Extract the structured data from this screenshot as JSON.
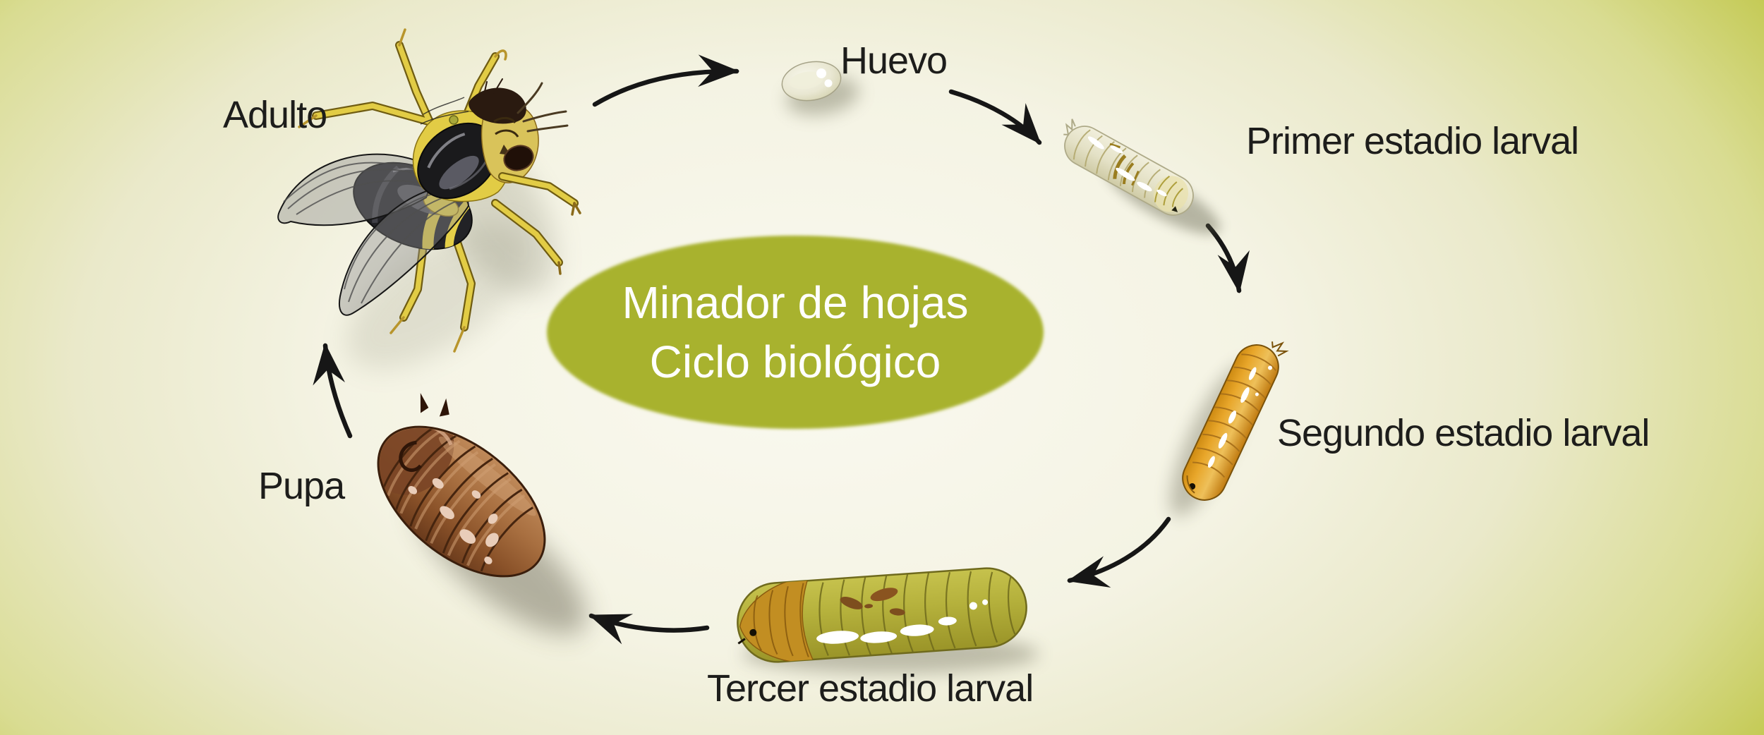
{
  "title": {
    "line1": "Minador de hojas",
    "line2": "Ciclo biológico"
  },
  "labels": {
    "adulto": "Adulto",
    "huevo": "Huevo",
    "primer": "Primer estadio larval",
    "segundo": "Segundo estadio larval",
    "tercer": "Tercer estadio larval",
    "pupa": "Pupa"
  },
  "illustrations": {
    "adulto": "adult-leafminer-fly",
    "huevo": "egg",
    "primer": "first-instar-larva",
    "segundo": "second-instar-larva",
    "tercer": "third-instar-larva",
    "pupa": "pupa"
  },
  "colors": {
    "background_edge": "#b7bf35",
    "background_center": "#faf9f0",
    "center_ellipse_fill": "#a8b22f",
    "title_text": "#ffffff",
    "label_text": "#1d1d1b",
    "arrow": "#161616"
  }
}
